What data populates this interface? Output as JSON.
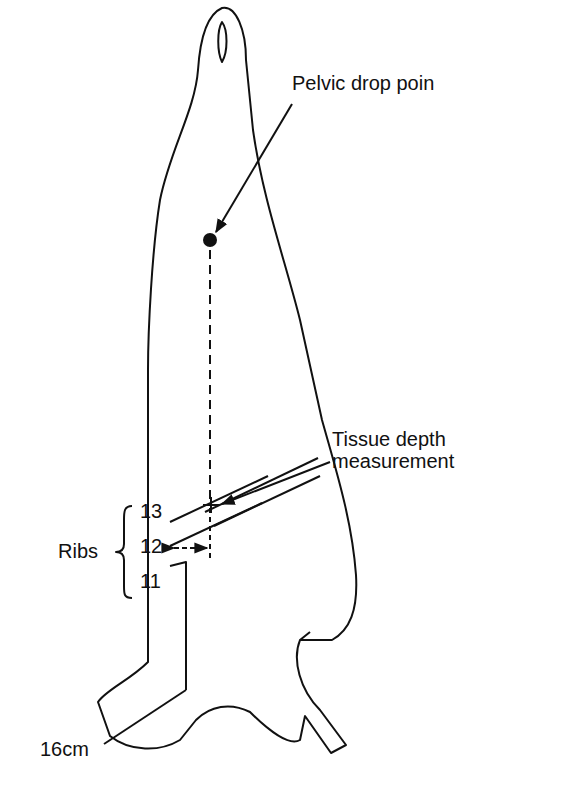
{
  "diagram": {
    "labels": [
      "Pelvic drop poin",
      "Tissue depth measurement",
      "Ribs",
      "13",
      "12",
      "11",
      "16cm"
    ]
  }
}
